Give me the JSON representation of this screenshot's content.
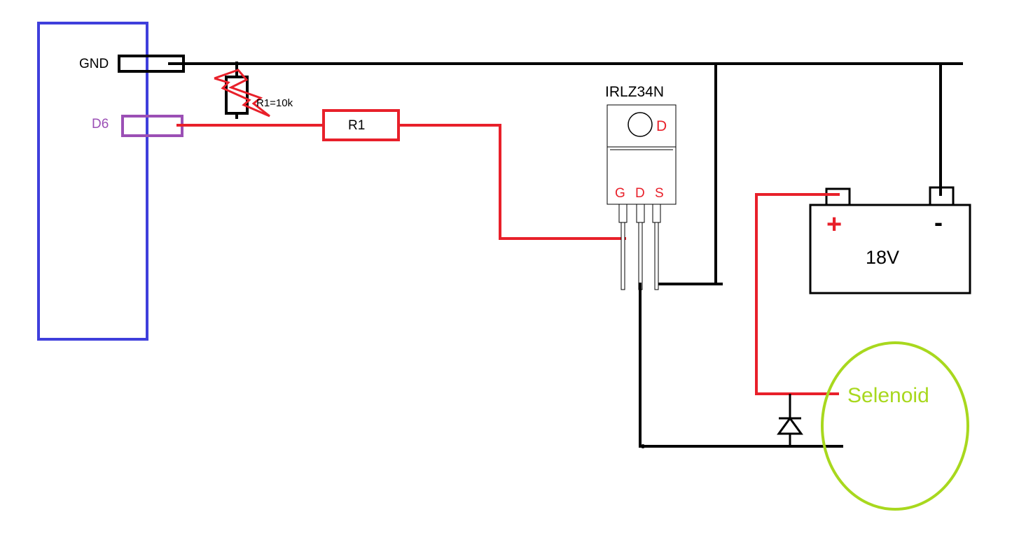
{
  "labels": {
    "gnd": "GND",
    "d6": "D6",
    "r1_value": "R1=10k",
    "r1": "R1",
    "mosfet": "IRLZ34N",
    "tab_d": "D",
    "pin_g": "G",
    "pin_d": "D",
    "pin_s": "S",
    "plus": "+",
    "minus": "-",
    "battery_voltage": "18V",
    "solenoid": "Selenoid"
  },
  "colors": {
    "board": "#3f3fdc",
    "wire_black": "#000000",
    "wire_red": "#e8202a",
    "d6_pin": "#9b4fb5",
    "solenoid": "#a8d81e"
  }
}
